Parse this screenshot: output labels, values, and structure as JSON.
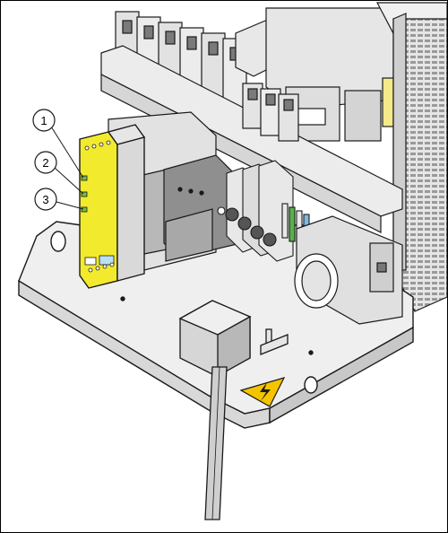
{
  "figure": {
    "callouts": [
      {
        "number": "1"
      },
      {
        "number": "2"
      },
      {
        "number": "3"
      }
    ],
    "colors": {
      "outline": "#1a1a1a",
      "panel": "#ececec",
      "panel_shade": "#d2d2d2",
      "dark_shade": "#9a9a9a",
      "module_yellow": "#f2ea2c",
      "module_blue": "#b9dff2",
      "led_green": "#6fc24a",
      "terminal_green": "#55b24a",
      "terminal_blue": "#7fb9e0",
      "cable": "#cfcfcf"
    },
    "icons": [
      "warning-triangle-icon",
      "lightning-icon"
    ]
  }
}
